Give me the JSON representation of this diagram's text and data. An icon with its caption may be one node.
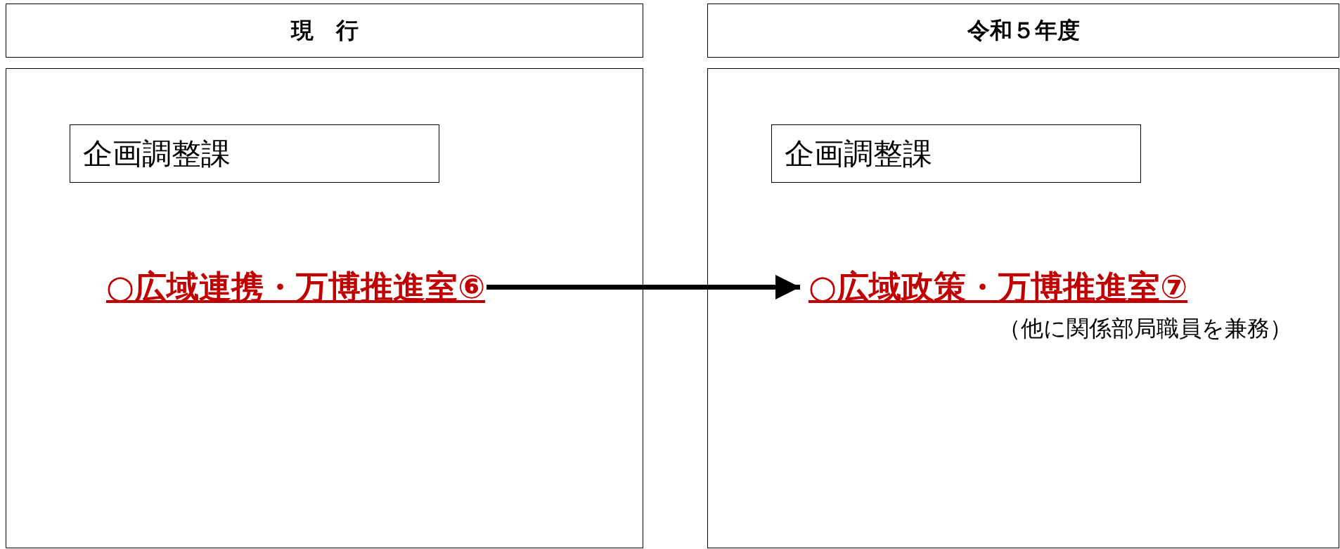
{
  "diagram": {
    "nodes": [
      {
        "text": [
          "現　行"
        ]
      },
      {
        "text": [],
        "shape": "box"
      },
      {
        "text": [
          "企画調整課"
        ],
        "in": 1
      },
      {
        "text": [
          "○広域連携・万博推進室⑥"
        ],
        "in": 1
      },
      {
        "text": [
          "令和５年度"
        ]
      },
      {
        "text": [],
        "shape": "box"
      },
      {
        "text": [
          "企画調整課"
        ],
        "in": 5
      },
      {
        "text": [
          "○広域政策・万博推進室⑦"
        ],
        "in": 5,
        "beside": [
          "（他に関係部局職員を兼務）"
        ]
      }
    ],
    "edges": [
      {
        "from": 3,
        "to": 7,
        "arrow": "to"
      }
    ]
  }
}
